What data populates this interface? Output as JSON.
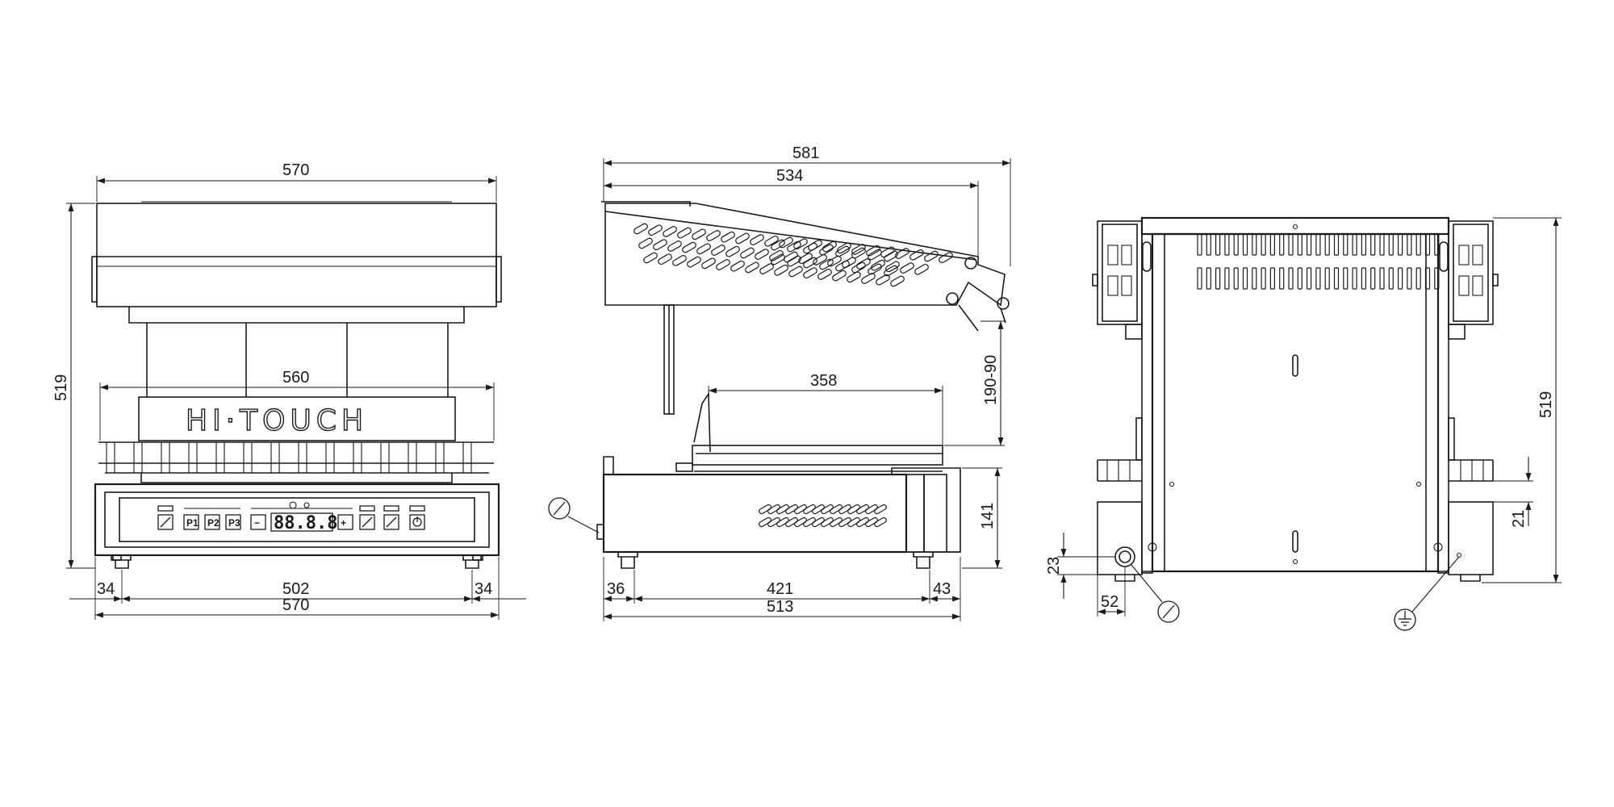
{
  "logo_text": "HI·TOUCH",
  "display_digits": "88.8.8",
  "buttons": {
    "preset_1": "P1",
    "preset_2": "P2",
    "preset_3": "P3",
    "minus": "−",
    "plus": "+"
  },
  "front_view": {
    "overall_width_top": "570",
    "overall_height": "519",
    "grill_width": "560",
    "foot_offset_left": "34",
    "foot_span": "502",
    "foot_offset_right": "34",
    "base_width": "570"
  },
  "side_view": {
    "overall_depth": "581",
    "hood_depth": "534",
    "adjustable_height": "190-90",
    "plate_depth": "358",
    "base_height": "141",
    "foot_offset_front": "36",
    "foot_span": "421",
    "foot_offset_rear": "43",
    "base_depth": "513"
  },
  "rear_view": {
    "overall_height": "519",
    "connection_height": "23",
    "connection_offset": "52",
    "bracket_height": "21"
  }
}
